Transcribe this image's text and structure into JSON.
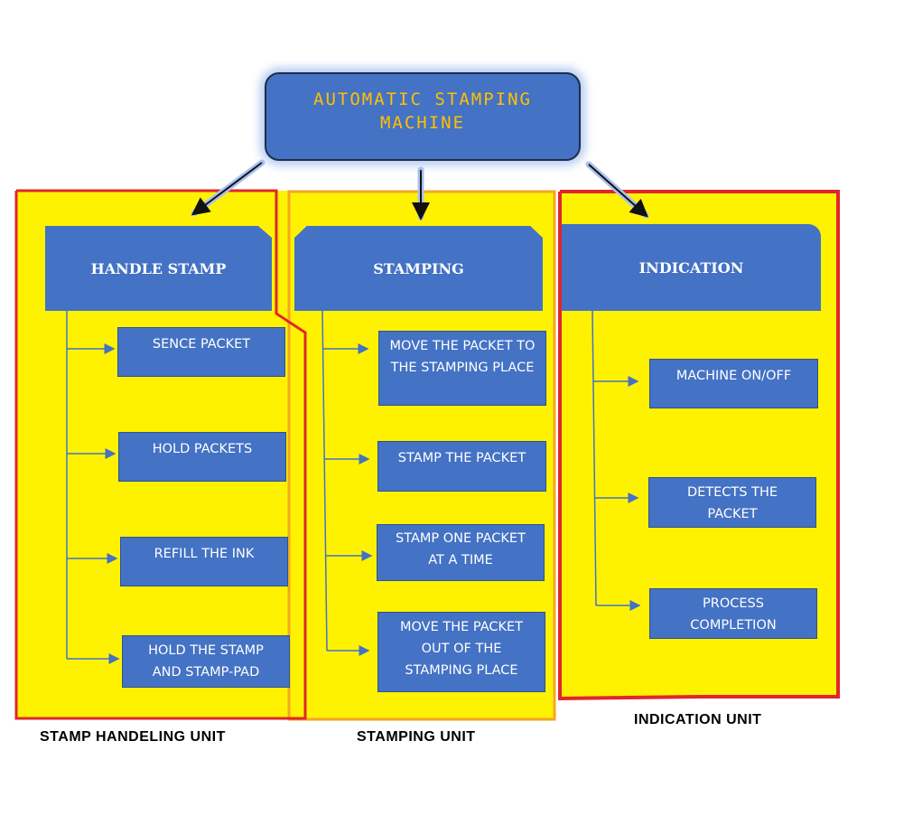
{
  "title": "AUTOMATIC STAMPING MACHINE",
  "units": [
    {
      "header": "HANDLE STAMP",
      "label": "STAMP HANDELING UNIT",
      "items": [
        "SENCE PACKET",
        "HOLD PACKETS",
        "REFILL THE INK",
        "HOLD THE STAMP AND STAMP-PAD"
      ]
    },
    {
      "header": "STAMPING",
      "label": "STAMPING UNIT",
      "items": [
        "MOVE THE PACKET TO THE STAMPING PLACE",
        "STAMP THE PACKET",
        "STAMP ONE PACKET AT A TIME",
        "MOVE THE PACKET OUT OF THE STAMPING PLACE"
      ]
    },
    {
      "header": "INDICATION",
      "label": "INDICATION UNIT",
      "items": [
        "MACHINE ON/OFF",
        "DETECTS THE PACKET",
        "PROCESS COMPLETION"
      ]
    }
  ],
  "colors": {
    "box_fill": "#4472c4",
    "title_text": "#ffc000",
    "panel_fill": "#fff200",
    "panel_border_red": "#e0262c",
    "panel_border_orange": "#f5a623",
    "connector": "#4472c4"
  }
}
